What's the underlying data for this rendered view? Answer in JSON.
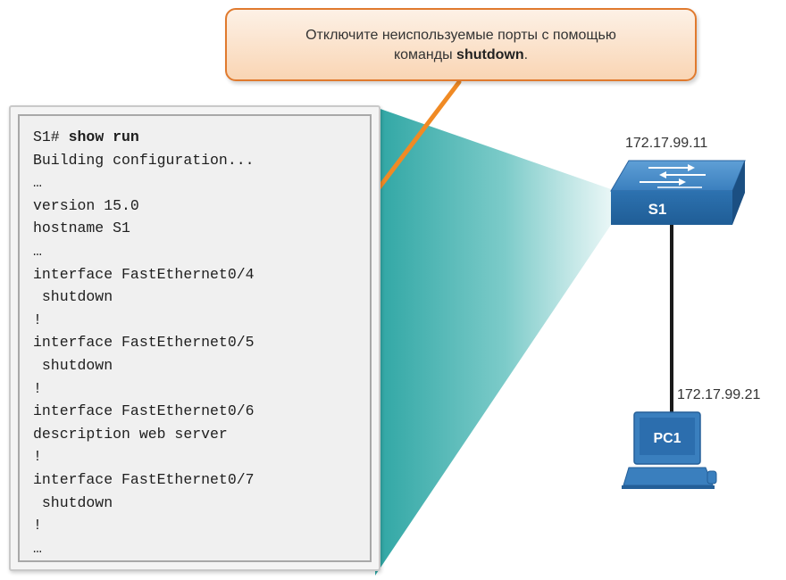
{
  "callout": {
    "text_before": "Отключите неиспользуемые порты с помощью",
    "text_line2_before": "команды ",
    "text_bold": "shutdown",
    "text_after": "."
  },
  "terminal": {
    "prompt": "S1#",
    "command": "show run",
    "lines": [
      "Building configuration...",
      "…",
      "version 15.0",
      "hostname S1",
      "…",
      "interface FastEthernet0/4",
      " shutdown",
      "!",
      "interface FastEthernet0/5",
      " shutdown",
      "!",
      "interface FastEthernet0/6",
      "description web server",
      "!",
      "interface FastEthernet0/7",
      " shutdown",
      "!",
      "…"
    ]
  },
  "switch": {
    "label": "S1",
    "ip": "172.17.99.11"
  },
  "pc": {
    "label": "PC1",
    "ip": "172.17.99.21"
  },
  "colors": {
    "callout_border": "#e07a2e",
    "arrow": "#f08a24",
    "beam": "#36aaa8",
    "device_blue": "#2f78b7"
  }
}
